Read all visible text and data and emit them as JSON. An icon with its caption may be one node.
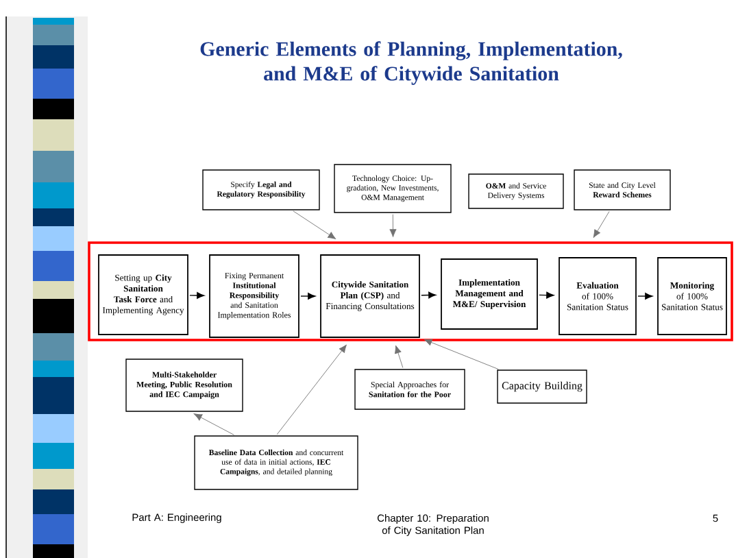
{
  "diagram": {
    "title": "Generic Elements of Planning, Implementation, and M&E of Citywide Sanitation",
    "nodes": [
      {
        "text": [
          "Specify **Legal and Regulatory Responsibility**"
        ]
      },
      {
        "text": [
          "Technology Choice: Up-gradation, New Investments, O&M Management"
        ]
      },
      {
        "text": [
          "**O&M** and Service Delivery Systems"
        ]
      },
      {
        "text": [
          "State and City Level **Reward Schemes**"
        ]
      },
      {
        "text": [],
        "shape": "box"
      },
      {
        "text": [
          "Setting up **City Sanitation Task Force** and Implementing Agency"
        ],
        "in": 4
      },
      {
        "text": [
          "Fixing Permanent **Institutional Responsibility** and Sanitation Implementation Roles"
        ],
        "in": 4
      },
      {
        "text": [
          "**Citywide Sanitation Plan (CSP)** and Financing Consultations"
        ],
        "in": 4
      },
      {
        "text": [
          "Implementation Management and M&E/ Supervision"
        ],
        "in": 4
      },
      {
        "text": [
          "**Evaluation** of 100% Sanitation Status"
        ],
        "in": 4
      },
      {
        "text": [
          "**Monitoring** of 100% Sanitation Status"
        ],
        "in": 4
      },
      {
        "text": [
          "Multi-Stakeholder Meeting, Public Resolution and IEC Campaign"
        ]
      },
      {
        "text": [
          "Special Approaches for **Sanitation for the Poor**"
        ]
      },
      {
        "text": [
          "Capacity Building"
        ]
      },
      {
        "text": [
          "**Baseline Data Collection** and concurrent use of data in initial actions, **IEC Campaigns**, and detailed planning"
        ]
      }
    ],
    "edges": [
      {
        "from": 5,
        "to": 6,
        "arrow": "to",
        "color": "#000000"
      },
      {
        "from": 6,
        "to": 7,
        "arrow": "to",
        "color": "#000000"
      },
      {
        "from": 7,
        "to": 8,
        "arrow": "to",
        "color": "#000000"
      },
      {
        "from": 8,
        "to": 9,
        "arrow": "to",
        "color": "#000000"
      },
      {
        "from": 9,
        "to": 10,
        "arrow": "to",
        "color": "#000000"
      },
      {
        "from": 0,
        "to": 4,
        "arrow": "to"
      },
      {
        "from": 1,
        "to": 4,
        "arrow": "to"
      },
      {
        "from": 3,
        "to": 4,
        "arrow": "to"
      },
      {
        "from": 14,
        "to": 4,
        "arrow": "to"
      },
      {
        "from": 14,
        "to": 11,
        "arrow": "to"
      },
      {
        "from": 12,
        "to": 4,
        "arrow": "to"
      },
      {
        "from": 13,
        "to": 7,
        "arrow": "to"
      }
    ],
    "labels": [
      "Part A: Engineering",
      "Chapter 10: Preparation of City Sanitation Plan",
      "5"
    ]
  }
}
